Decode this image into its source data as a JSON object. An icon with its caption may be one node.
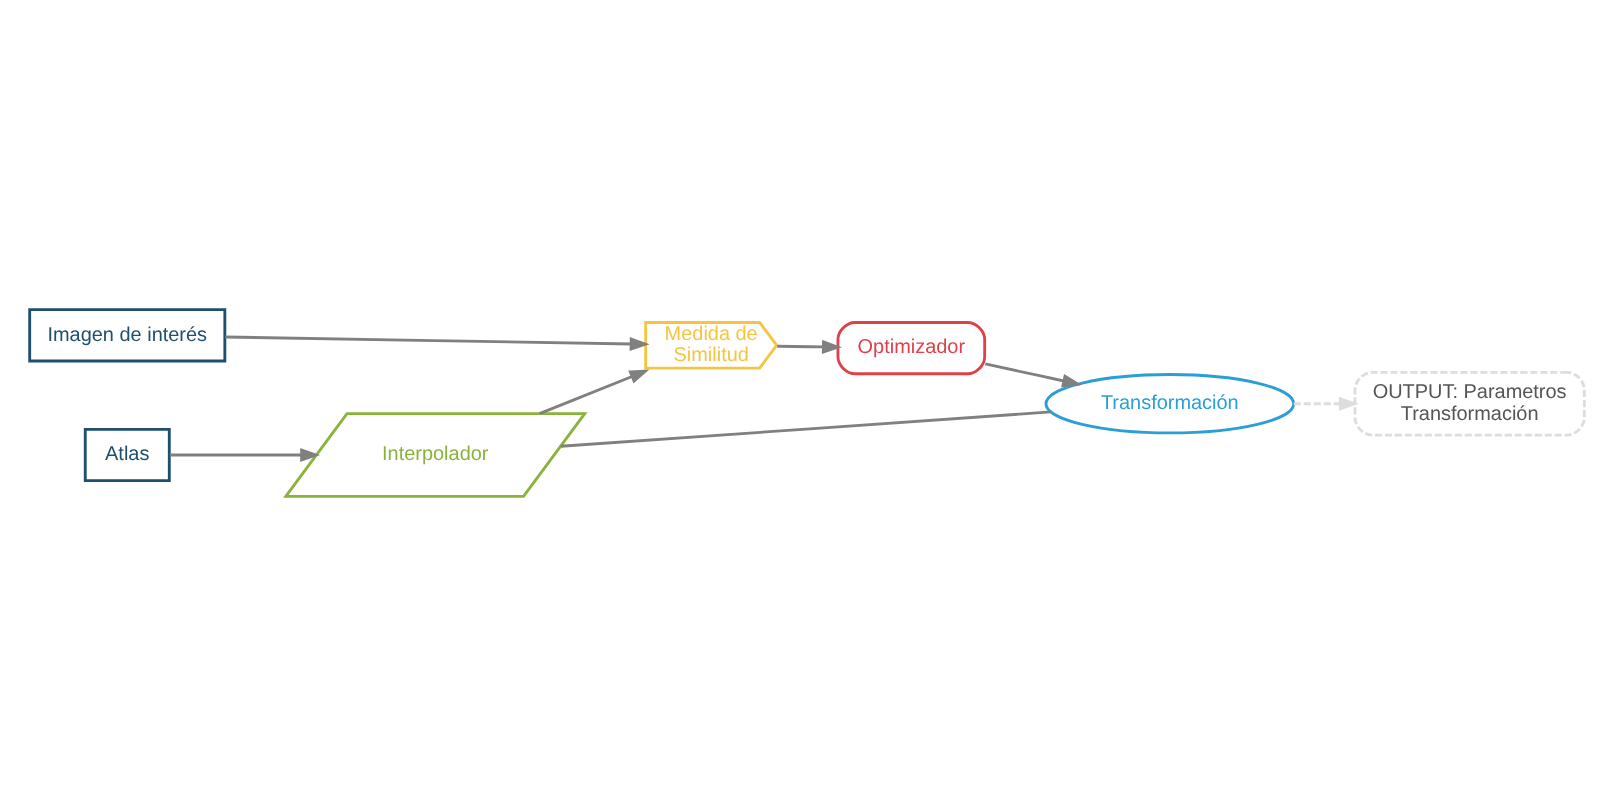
{
  "diagram": {
    "nodes": [
      {
        "text": [
          "Imagen de interés"
        ]
      },
      {
        "text": [
          "Atlas"
        ]
      },
      {
        "text": [
          "Medida de Similitud"
        ]
      },
      {
        "text": [
          "Optimizador"
        ]
      },
      {
        "text": [
          "Interpolador"
        ]
      },
      {
        "text": [
          "Transformación"
        ]
      },
      {
        "text": [
          "OUTPUT: Parametros Transformación"
        ]
      }
    ],
    "edges": [
      {
        "from": 0,
        "to": 2,
        "arrow": "to"
      },
      {
        "from": 1,
        "to": 4,
        "arrow": "to"
      },
      {
        "from": 4,
        "to": 2,
        "arrow": "to"
      },
      {
        "from": 2,
        "to": 3,
        "arrow": "to"
      },
      {
        "from": 3,
        "to": 5,
        "arrow": "to"
      },
      {
        "from": 4,
        "to": 5,
        "arrow": "none"
      },
      {
        "from": 5,
        "to": 6,
        "arrow": "to",
        "style": "dashed",
        "color": "#dddddd"
      }
    ]
  }
}
